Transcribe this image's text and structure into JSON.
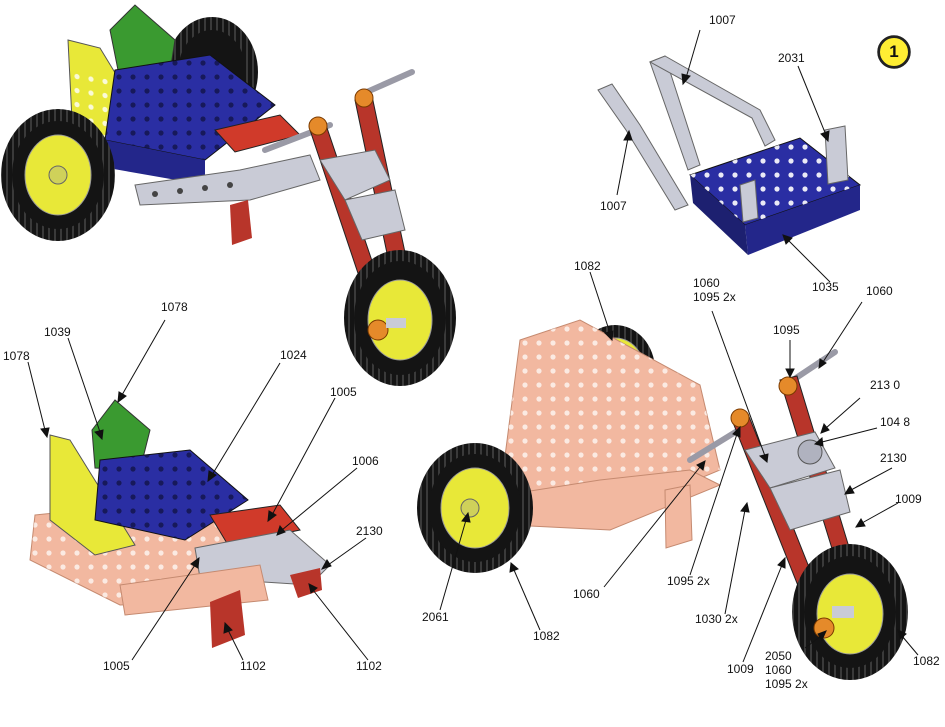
{
  "step_number": "1",
  "colors": {
    "blue_plate": "#2a2ea3",
    "yellow_wheel": "#e8e838",
    "tire": "#141414",
    "red_strip": "#b8352a",
    "orange_washer": "#e58a2a",
    "silver": "#c9cbd6",
    "green_plate": "#3a9a30",
    "pink_ghost": "#f2b8a0",
    "badge_yellow": "#ffee33"
  },
  "labels": [
    {
      "id": "1007-top",
      "text": "1007"
    },
    {
      "id": "2031",
      "text": "2031"
    },
    {
      "id": "1007-left",
      "text": "1007"
    },
    {
      "id": "1035",
      "text": "1035"
    },
    {
      "id": "1082-top",
      "text": "1082"
    },
    {
      "id": "1060-a",
      "text": "1060"
    },
    {
      "id": "1095-a",
      "text": "1095 2x"
    },
    {
      "id": "1060-top",
      "text": "1060"
    },
    {
      "id": "1095-b",
      "text": "1095"
    },
    {
      "id": "2130-a",
      "text": "213 0"
    },
    {
      "id": "1048",
      "text": "104 8"
    },
    {
      "id": "2130-b",
      "text": "2130"
    },
    {
      "id": "1009-right",
      "text": "1009"
    },
    {
      "id": "1078-top",
      "text": "1078"
    },
    {
      "id": "1039",
      "text": "1039"
    },
    {
      "id": "1078-left",
      "text": "1078"
    },
    {
      "id": "1024",
      "text": "1024"
    },
    {
      "id": "1005-top",
      "text": "1005"
    },
    {
      "id": "1006",
      "text": "1006"
    },
    {
      "id": "2130-c",
      "text": "2130"
    },
    {
      "id": "1005-bottom",
      "text": "1005"
    },
    {
      "id": "1102-left",
      "text": "1102"
    },
    {
      "id": "1102-right",
      "text": "1102"
    },
    {
      "id": "1060-mid",
      "text": "1060"
    },
    {
      "id": "1095-c",
      "text": "1095 2x"
    },
    {
      "id": "2061",
      "text": "2061"
    },
    {
      "id": "1082-bottom",
      "text": "1082"
    },
    {
      "id": "1030",
      "text": "1030 2x"
    },
    {
      "id": "1009-bottom",
      "text": "1009"
    },
    {
      "id": "2050",
      "text": "2050"
    },
    {
      "id": "1060-bottom",
      "text": "1060"
    },
    {
      "id": "1095-d",
      "text": "1095 2x"
    },
    {
      "id": "1082-right",
      "text": "1082"
    }
  ]
}
